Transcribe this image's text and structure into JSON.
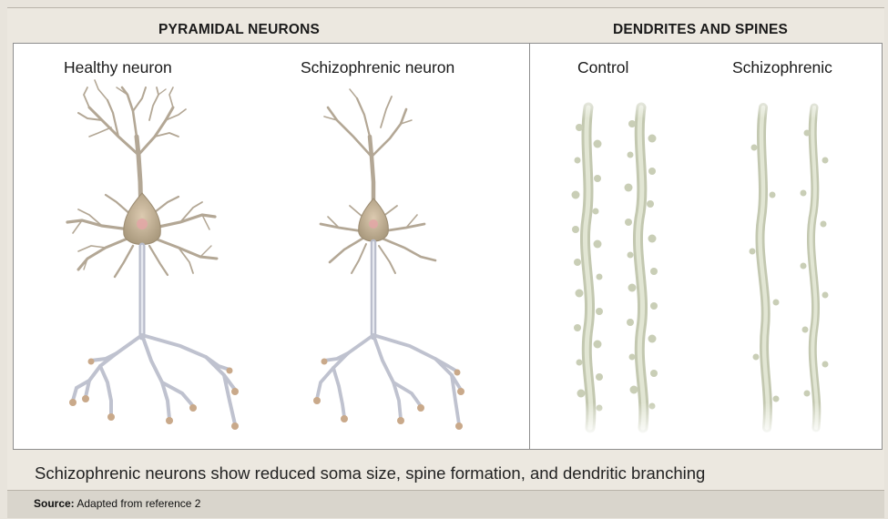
{
  "headings": {
    "left": "PYRAMIDAL NEURONS",
    "right": "DENDRITES AND SPINES"
  },
  "panel_labels": {
    "healthy": "Healthy neuron",
    "schizophrenic_neuron": "Schizophrenic neuron",
    "control": "Control",
    "schizophrenic": "Schizophrenic"
  },
  "caption": "Schizophrenic neurons show reduced soma size, spine formation, and dendritic branching",
  "source": {
    "label": "Source:",
    "text": "Adapted from reference 2"
  },
  "colors": {
    "background": "#ece8e0",
    "panel": "#ffffff",
    "dendrite": "#b8ad9c",
    "soma": "#c9b79a",
    "nucleus": "#e3a6a6",
    "axon": "#c9cbd6",
    "terminal": "#c9a98a",
    "spine": "#d7dcc8"
  }
}
